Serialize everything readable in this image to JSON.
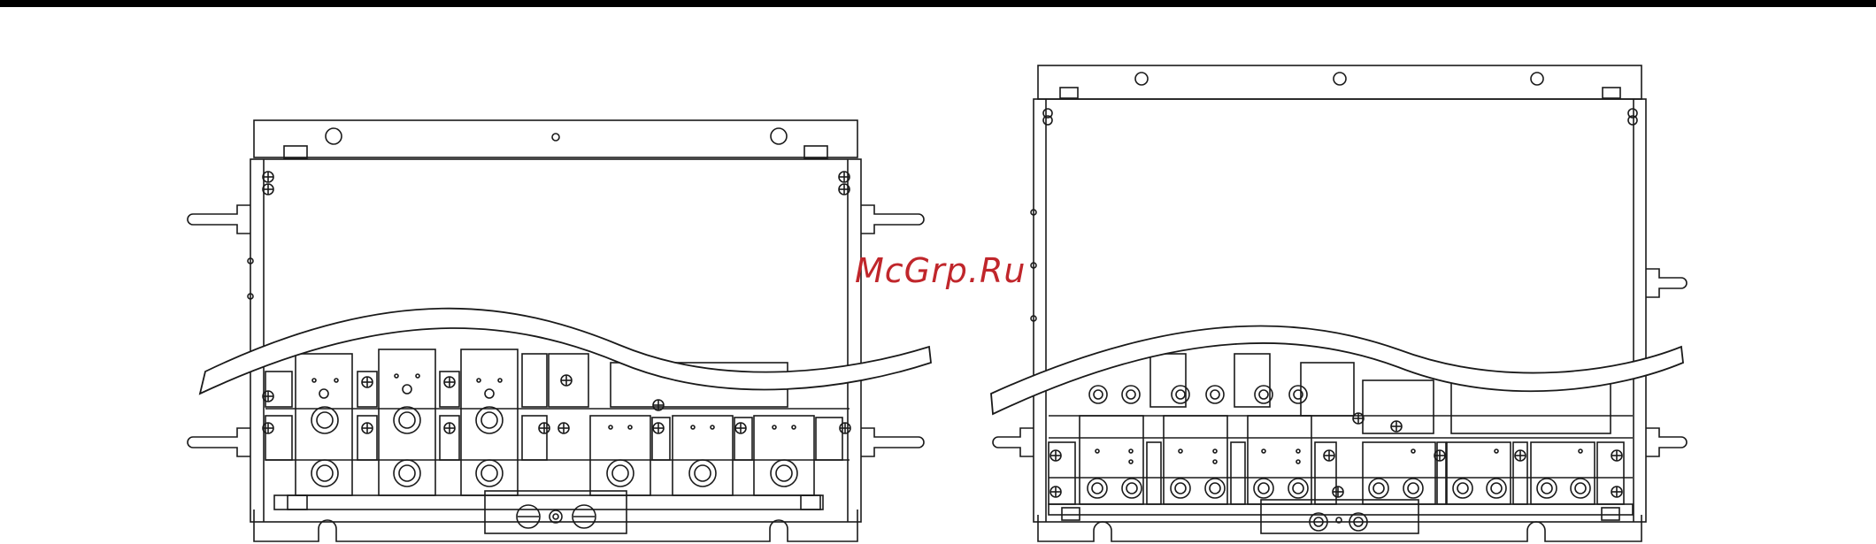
{
  "page": {
    "background": "#ffffff",
    "top_bar_color": "#000000"
  },
  "watermark": {
    "text": "McGrp.Ru",
    "color": "#c0262b"
  },
  "drawing": {
    "line_color": "#1a1a1a",
    "views": [
      {
        "name": "left-unit-view",
        "columns": 6,
        "upper_terminal_groups": 3
      },
      {
        "name": "right-unit-view",
        "columns": 6,
        "upper_terminal_groups": 3
      }
    ]
  }
}
